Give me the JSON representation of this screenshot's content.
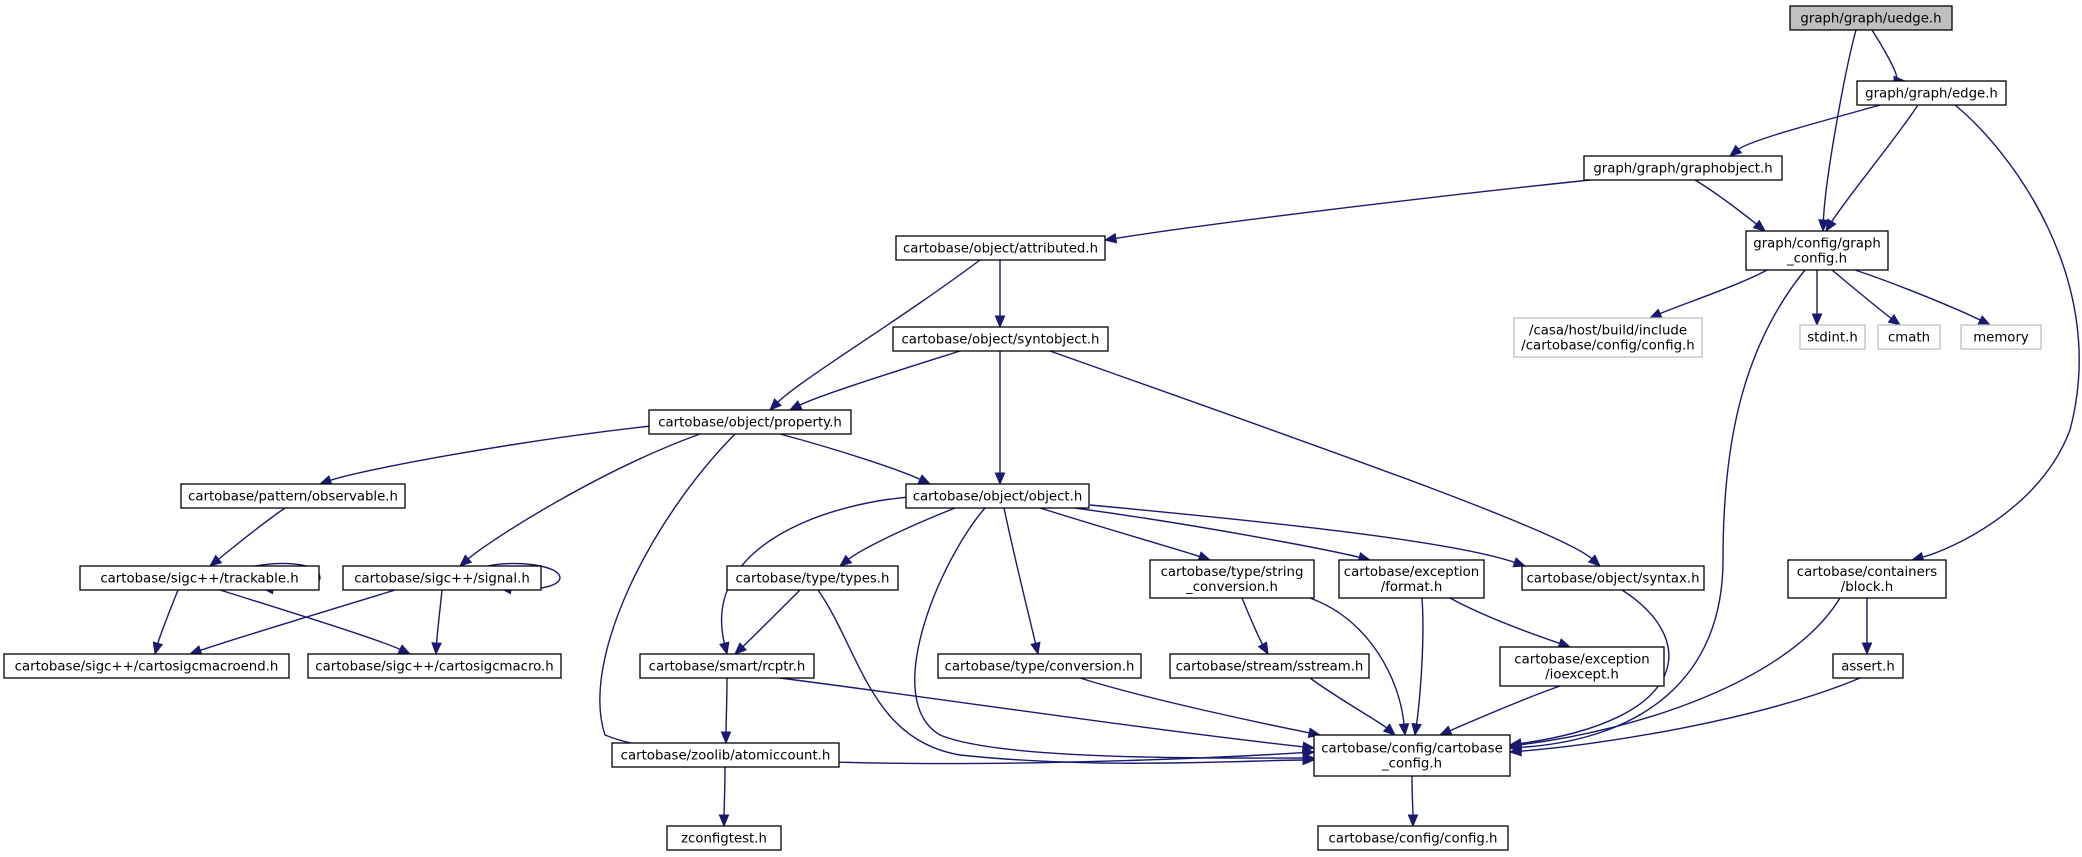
{
  "colors": {
    "edge": "#191970",
    "node_border": "#000000",
    "external_border": "#bfbfbf",
    "root_fill": "#bfbfbf",
    "node_fill": "#ffffff"
  },
  "nodes": [
    {
      "id": "uedge",
      "lines": [
        "graph/graph/uedge.h"
      ],
      "kind": "root"
    },
    {
      "id": "edge",
      "lines": [
        "graph/graph/edge.h"
      ],
      "kind": "normal"
    },
    {
      "id": "graphobject",
      "lines": [
        "graph/graph/graphobject.h"
      ],
      "kind": "normal"
    },
    {
      "id": "graph_config",
      "lines": [
        "graph/config/graph",
        "_config.h"
      ],
      "kind": "normal"
    },
    {
      "id": "attributed",
      "lines": [
        "cartobase/object/attributed.h"
      ],
      "kind": "normal"
    },
    {
      "id": "casa_config",
      "lines": [
        "/casa/host/build/include",
        "/cartobase/config/config.h"
      ],
      "kind": "external"
    },
    {
      "id": "stdint",
      "lines": [
        "stdint.h"
      ],
      "kind": "external"
    },
    {
      "id": "cmath",
      "lines": [
        "cmath"
      ],
      "kind": "external"
    },
    {
      "id": "memory",
      "lines": [
        "memory"
      ],
      "kind": "external"
    },
    {
      "id": "syntobject",
      "lines": [
        "cartobase/object/syntobject.h"
      ],
      "kind": "normal"
    },
    {
      "id": "property",
      "lines": [
        "cartobase/object/property.h"
      ],
      "kind": "normal"
    },
    {
      "id": "observable",
      "lines": [
        "cartobase/pattern/observable.h"
      ],
      "kind": "normal"
    },
    {
      "id": "object",
      "lines": [
        "cartobase/object/object.h"
      ],
      "kind": "normal"
    },
    {
      "id": "trackable",
      "lines": [
        "cartobase/sigc++/trackable.h"
      ],
      "kind": "normal"
    },
    {
      "id": "signal",
      "lines": [
        "cartobase/sigc++/signal.h"
      ],
      "kind": "normal"
    },
    {
      "id": "types",
      "lines": [
        "cartobase/type/types.h"
      ],
      "kind": "normal"
    },
    {
      "id": "string_conversion",
      "lines": [
        "cartobase/type/string",
        "_conversion.h"
      ],
      "kind": "normal"
    },
    {
      "id": "exc_format",
      "lines": [
        "cartobase/exception",
        "/format.h"
      ],
      "kind": "normal"
    },
    {
      "id": "syntax",
      "lines": [
        "cartobase/object/syntax.h"
      ],
      "kind": "normal"
    },
    {
      "id": "block",
      "lines": [
        "cartobase/containers",
        "/block.h"
      ],
      "kind": "normal"
    },
    {
      "id": "cartosigcmacroend",
      "lines": [
        "cartobase/sigc++/cartosigcmacroend.h"
      ],
      "kind": "normal"
    },
    {
      "id": "cartosigcmacro",
      "lines": [
        "cartobase/sigc++/cartosigcmacro.h"
      ],
      "kind": "normal"
    },
    {
      "id": "rcptr",
      "lines": [
        "cartobase/smart/rcptr.h"
      ],
      "kind": "normal"
    },
    {
      "id": "conversion",
      "lines": [
        "cartobase/type/conversion.h"
      ],
      "kind": "normal"
    },
    {
      "id": "sstream",
      "lines": [
        "cartobase/stream/sstream.h"
      ],
      "kind": "normal"
    },
    {
      "id": "ioexcept",
      "lines": [
        "cartobase/exception",
        "/ioexcept.h"
      ],
      "kind": "normal"
    },
    {
      "id": "assert",
      "lines": [
        "assert.h"
      ],
      "kind": "normal"
    },
    {
      "id": "cartobase_config",
      "lines": [
        "cartobase/config/cartobase",
        "_config.h"
      ],
      "kind": "normal"
    },
    {
      "id": "atomiccount",
      "lines": [
        "cartobase/zoolib/atomiccount.h"
      ],
      "kind": "normal"
    },
    {
      "id": "zconfigtest",
      "lines": [
        "zconfigtest.h"
      ],
      "kind": "normal"
    },
    {
      "id": "config",
      "lines": [
        "cartobase/config/config.h"
      ],
      "kind": "normal"
    }
  ],
  "edges": [
    {
      "from": "uedge",
      "to": "edge"
    },
    {
      "from": "uedge",
      "to": "graph_config"
    },
    {
      "from": "edge",
      "to": "graphobject"
    },
    {
      "from": "edge",
      "to": "graph_config"
    },
    {
      "from": "edge",
      "to": "block"
    },
    {
      "from": "graphobject",
      "to": "attributed"
    },
    {
      "from": "graphobject",
      "to": "graph_config"
    },
    {
      "from": "graph_config",
      "to": "casa_config"
    },
    {
      "from": "graph_config",
      "to": "stdint"
    },
    {
      "from": "graph_config",
      "to": "cmath"
    },
    {
      "from": "graph_config",
      "to": "memory"
    },
    {
      "from": "graph_config",
      "to": "cartobase_config"
    },
    {
      "from": "attributed",
      "to": "syntobject"
    },
    {
      "from": "attributed",
      "to": "property"
    },
    {
      "from": "syntobject",
      "to": "property"
    },
    {
      "from": "syntobject",
      "to": "object"
    },
    {
      "from": "syntobject",
      "to": "syntax"
    },
    {
      "from": "property",
      "to": "observable"
    },
    {
      "from": "property",
      "to": "object"
    },
    {
      "from": "property",
      "to": "signal"
    },
    {
      "from": "property",
      "to": "cartobase_config"
    },
    {
      "from": "observable",
      "to": "trackable"
    },
    {
      "from": "trackable",
      "to": "trackable"
    },
    {
      "from": "trackable",
      "to": "cartosigcmacroend"
    },
    {
      "from": "trackable",
      "to": "cartosigcmacro"
    },
    {
      "from": "signal",
      "to": "signal"
    },
    {
      "from": "signal",
      "to": "cartosigcmacroend"
    },
    {
      "from": "signal",
      "to": "cartosigcmacro"
    },
    {
      "from": "object",
      "to": "rcptr"
    },
    {
      "from": "object",
      "to": "types"
    },
    {
      "from": "object",
      "to": "conversion"
    },
    {
      "from": "object",
      "to": "string_conversion"
    },
    {
      "from": "object",
      "to": "exc_format"
    },
    {
      "from": "object",
      "to": "syntax"
    },
    {
      "from": "object",
      "to": "cartobase_config"
    },
    {
      "from": "types",
      "to": "rcptr"
    },
    {
      "from": "types",
      "to": "cartobase_config"
    },
    {
      "from": "string_conversion",
      "to": "sstream"
    },
    {
      "from": "string_conversion",
      "to": "cartobase_config"
    },
    {
      "from": "exc_format",
      "to": "ioexcept"
    },
    {
      "from": "exc_format",
      "to": "cartobase_config"
    },
    {
      "from": "syntax",
      "to": "cartobase_config"
    },
    {
      "from": "block",
      "to": "assert"
    },
    {
      "from": "block",
      "to": "cartobase_config"
    },
    {
      "from": "rcptr",
      "to": "atomiccount"
    },
    {
      "from": "rcptr",
      "to": "cartobase_config"
    },
    {
      "from": "conversion",
      "to": "cartobase_config"
    },
    {
      "from": "sstream",
      "to": "cartobase_config"
    },
    {
      "from": "ioexcept",
      "to": "cartobase_config"
    },
    {
      "from": "assert",
      "to": "cartobase_config"
    },
    {
      "from": "atomiccount",
      "to": "zconfigtest"
    },
    {
      "from": "cartobase_config",
      "to": "config"
    }
  ]
}
